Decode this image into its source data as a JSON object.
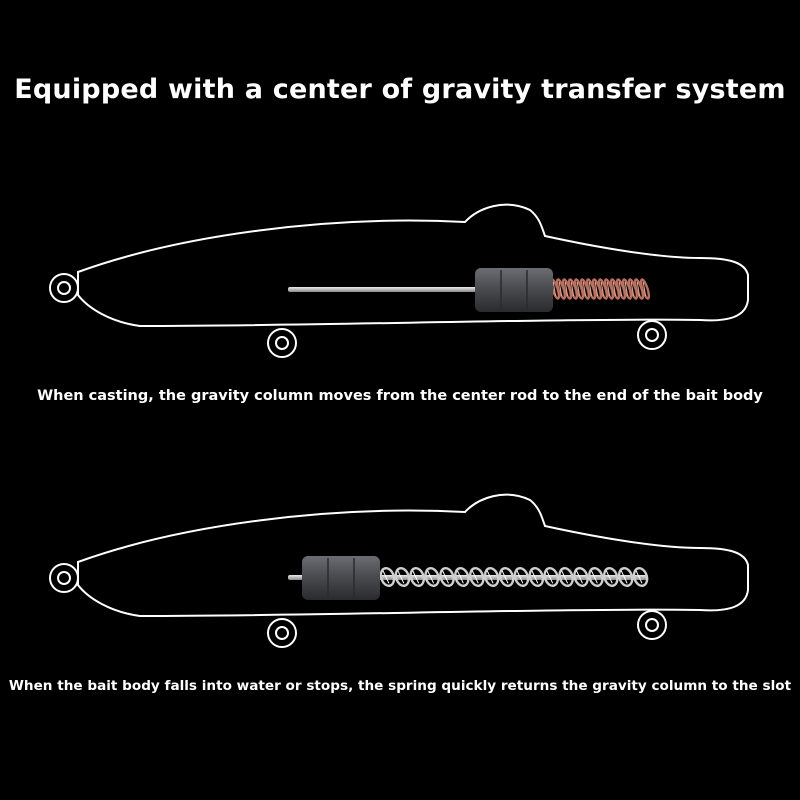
{
  "title": "Equipped with a center of gravity transfer system",
  "panels": [
    {
      "caption": "When casting, the gravity column moves from the center rod to the end of the bait body",
      "state": "weight-at-tail"
    },
    {
      "caption": "When the bait body falls into water or stops, the spring quickly returns the gravity column to the slot",
      "state": "weight-at-center"
    }
  ],
  "colors": {
    "background": "#000000",
    "outline": "#ffffff",
    "weight": "#4a4c50",
    "spring_copper": "#b87060",
    "spring_steel": "#cfcfcf",
    "rod": "#bdbdbd"
  }
}
